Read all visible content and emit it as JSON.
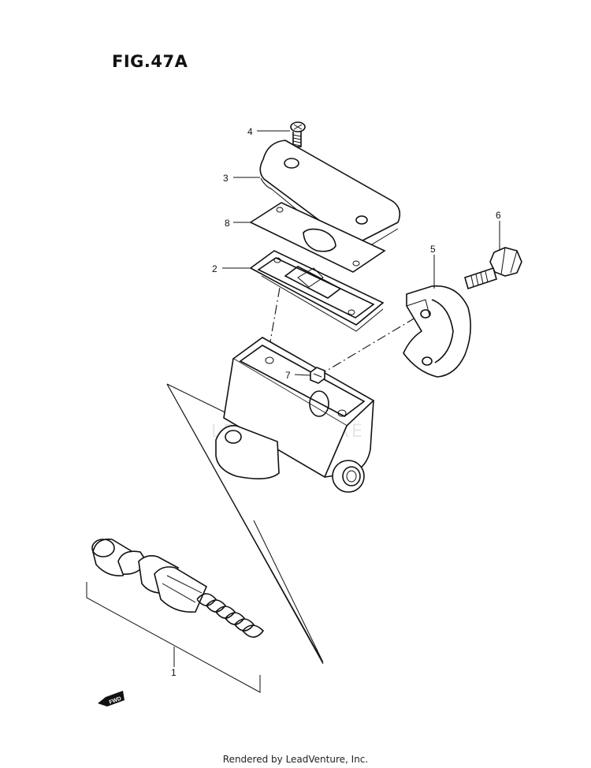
{
  "figure": {
    "title": "FIG.47A"
  },
  "watermark": "LEADVENTURE",
  "footer": "Rendered by LeadVenture, Inc.",
  "direction_marker": "FWD",
  "callouts": [
    {
      "id": "1",
      "label": "1"
    },
    {
      "id": "2",
      "label": "2"
    },
    {
      "id": "3",
      "label": "3"
    },
    {
      "id": "4",
      "label": "4"
    },
    {
      "id": "5",
      "label": "5"
    },
    {
      "id": "6",
      "label": "6"
    },
    {
      "id": "7",
      "label": "7"
    },
    {
      "id": "8",
      "label": "8"
    }
  ]
}
